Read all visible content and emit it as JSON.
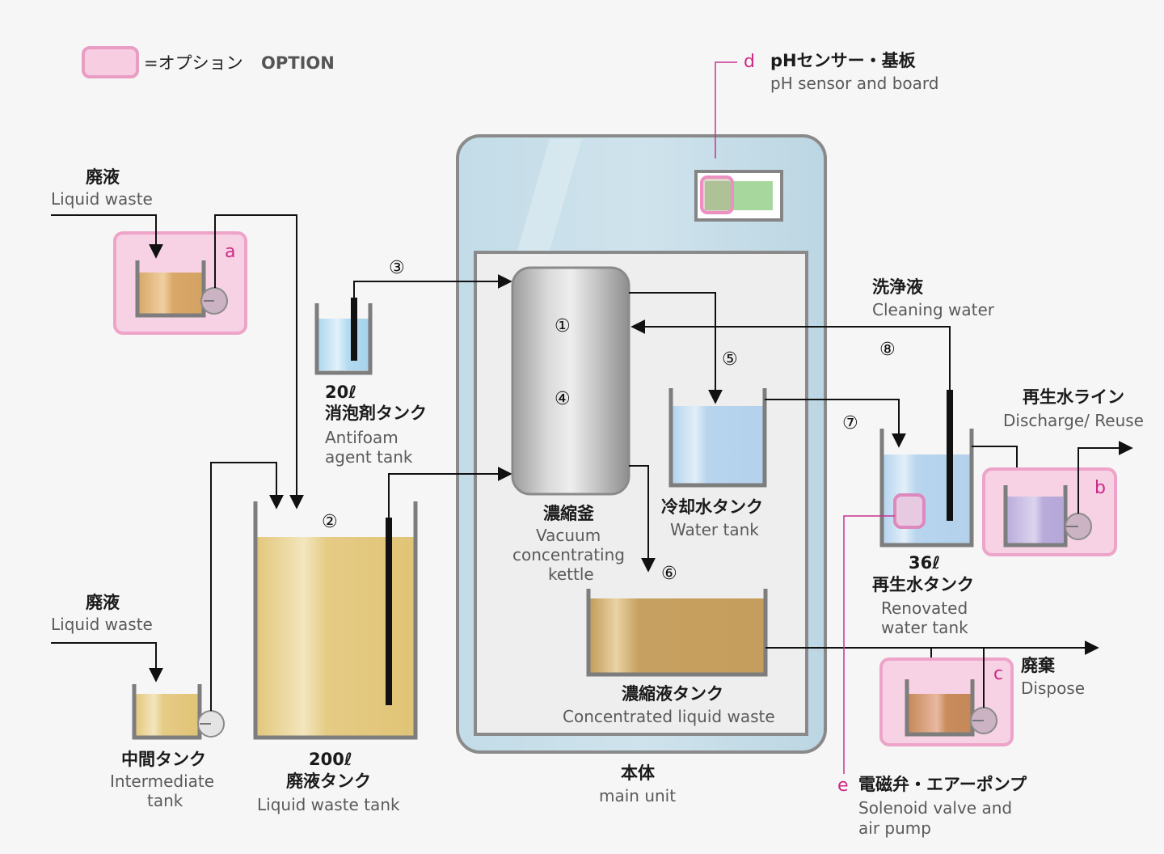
{
  "legend": {
    "symbol_label": "=オプション",
    "option_en": "OPTION"
  },
  "colors": {
    "option_pink": "#f6c9df",
    "option_border": "#e996be",
    "accent_magenta": "#cc2a86",
    "unit_blue": "#c3dbe6",
    "waste_yellow": "#e3c77e",
    "concentrate_brown": "#c7a262",
    "water_blue": "#b9d6ee",
    "sensor_green": "#9fd19a"
  },
  "options": {
    "a": {
      "letter": "a"
    },
    "b": {
      "letter": "b"
    },
    "c": {
      "letter": "c",
      "jp": "廃棄",
      "en": "Dispose"
    },
    "d": {
      "letter": "d",
      "jp": "pHセンサー・基板",
      "en": "pH sensor and board"
    },
    "e": {
      "letter": "e",
      "jp": "電磁弁・エアーポンプ",
      "en_line1": "Solenoid valve and",
      "en_line2": "air pump"
    }
  },
  "inputs": {
    "top": {
      "jp": "廃液",
      "en": "Liquid waste"
    },
    "bottom": {
      "jp": "廃液",
      "en": "Liquid waste"
    }
  },
  "tanks": {
    "intermediate": {
      "jp": "中間タンク",
      "en_line1": "Intermediate",
      "en_line2": "tank"
    },
    "liquid_waste": {
      "capacity": "200ℓ",
      "jp": "廃液タンク",
      "en": "Liquid waste tank"
    },
    "antifoam": {
      "capacity": "20ℓ",
      "jp": "消泡剤タンク",
      "en_line1": "Antifoam",
      "en_line2": "agent tank"
    },
    "kettle": {
      "jp": "濃縮釜",
      "en_line1": "Vacuum",
      "en_line2": "concentrating",
      "en_line3": "kettle"
    },
    "water": {
      "jp": "冷却水タンク",
      "en": "Water tank"
    },
    "concentrate": {
      "jp": "濃縮液タンク",
      "en": "Concentrated liquid waste"
    },
    "renovated": {
      "capacity": "36ℓ",
      "jp": "再生水タンク",
      "en_line1": "Renovated",
      "en_line2": "water tank"
    }
  },
  "lines": {
    "cleaning": {
      "jp": "洗浄液",
      "en": "Cleaning water"
    },
    "discharge": {
      "jp": "再生水ライン",
      "en": "Discharge/ Reuse"
    }
  },
  "main_unit": {
    "jp": "本体",
    "en": "main unit"
  },
  "steps": [
    "①",
    "②",
    "③",
    "④",
    "⑤",
    "⑥",
    "⑦",
    "⑧"
  ]
}
